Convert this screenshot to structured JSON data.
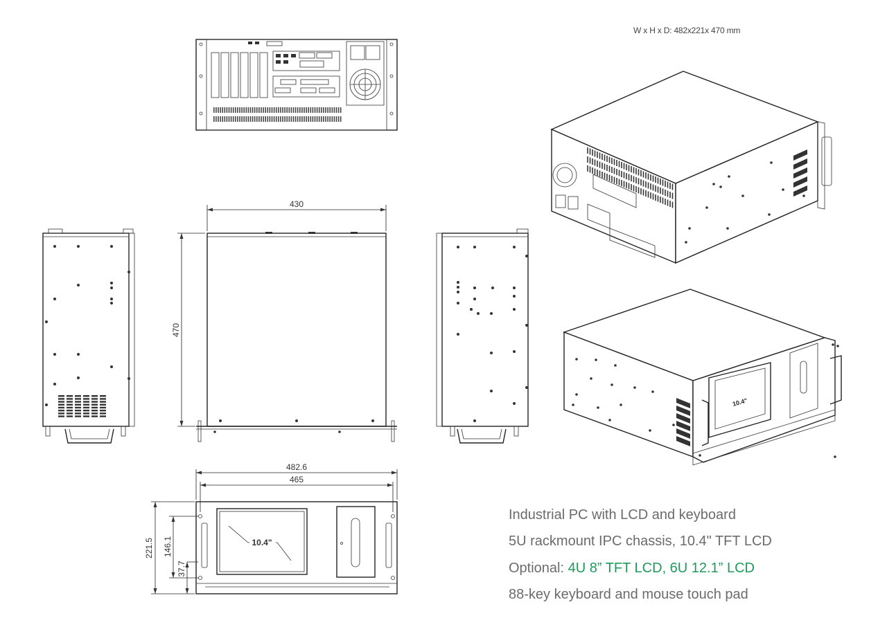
{
  "header": {
    "dimensions_label": "W x H x D: 482x221x 470 mm"
  },
  "dimensions": {
    "top_width": "430",
    "top_depth": "470",
    "front_overall_width": "482.6",
    "front_inner_width": "465",
    "front_height": "221.5",
    "front_mid_height": "146.1",
    "front_low_height": "37.7",
    "lcd_size_label": "10.4\""
  },
  "iso_label": "10.4\"",
  "description": {
    "line1": "Industrial PC with LCD and keyboard",
    "line2": "5U rackmount IPC chassis, 10.4\" TFT LCD",
    "line3_prefix": "Optional: ",
    "line3_options": "4U 8” TFT LCD,  6U 12.1” LCD",
    "line4": "88-key keyboard and mouse touch pad"
  },
  "colors": {
    "accent": "#1e9a5a",
    "text": "#6b6b6b",
    "line": "#222222"
  }
}
